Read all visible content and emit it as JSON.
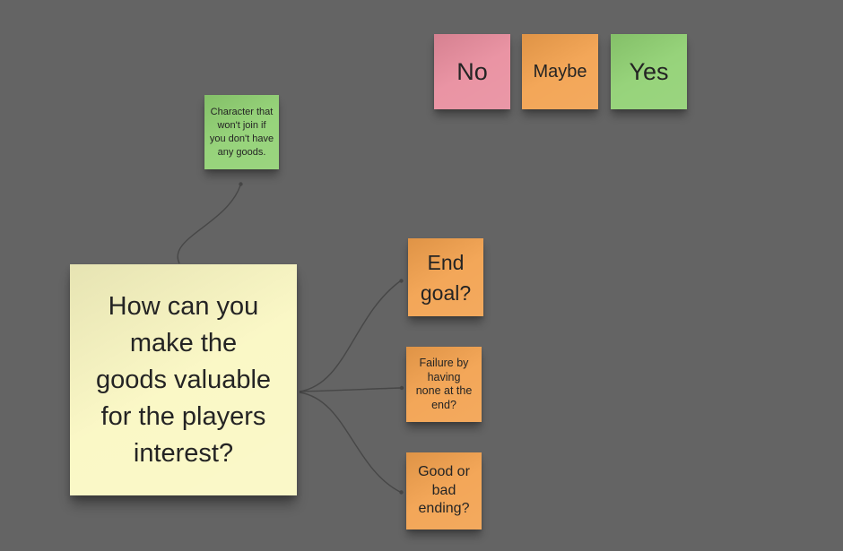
{
  "canvas": {
    "background": "#646464",
    "connector_color": "#474747"
  },
  "colors": {
    "pink": "#e88c9d",
    "orange": "#f2a04c",
    "green": "#8fd071",
    "yellow": "#faf7c2",
    "text": "#242424"
  },
  "voting_notes": [
    {
      "label": "No",
      "color": "#e88c9d"
    },
    {
      "label": "Maybe",
      "color": "#f2a04c"
    },
    {
      "label": "Yes",
      "color": "#8fd071"
    }
  ],
  "notes": {
    "character": {
      "text": "Character that\nwon't join if\nyou don't have\nany goods.",
      "color": "#8fd071"
    },
    "question": {
      "text": "How can you\nmake the\ngoods valuable\nfor the players\ninterest?",
      "color": "#faf7c2"
    },
    "end_goal": {
      "text": "End\ngoal?",
      "color": "#f2a04c"
    },
    "failure": {
      "text": "Failure by\nhaving\nnone at the\nend?",
      "color": "#f2a04c"
    },
    "ending": {
      "text": "Good or\nbad\nending?",
      "color": "#f2a04c"
    }
  }
}
